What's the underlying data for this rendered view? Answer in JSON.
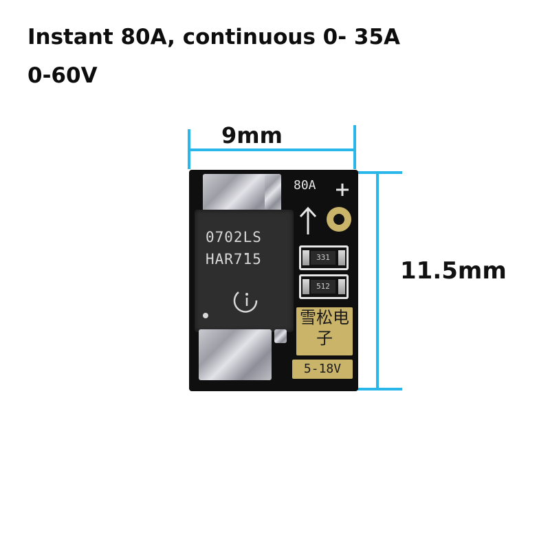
{
  "headline": {
    "line1": "Instant 80A, continuous 0- 35A",
    "line2": "0-60V"
  },
  "dimensions": {
    "width_label": "9mm",
    "height_label": "11.5mm"
  },
  "board": {
    "chip_line1": "0702LS",
    "chip_line2": "HAR7̄15",
    "silk_current": "80A",
    "resistor_top": "331",
    "resistor_bottom": "512",
    "logo_text": "雪松电子",
    "voltage_label": "5-18V"
  },
  "colors": {
    "dimension_line": "#29b6e8",
    "board": "#0f0f0f",
    "gold_silk": "#c9b46a"
  }
}
